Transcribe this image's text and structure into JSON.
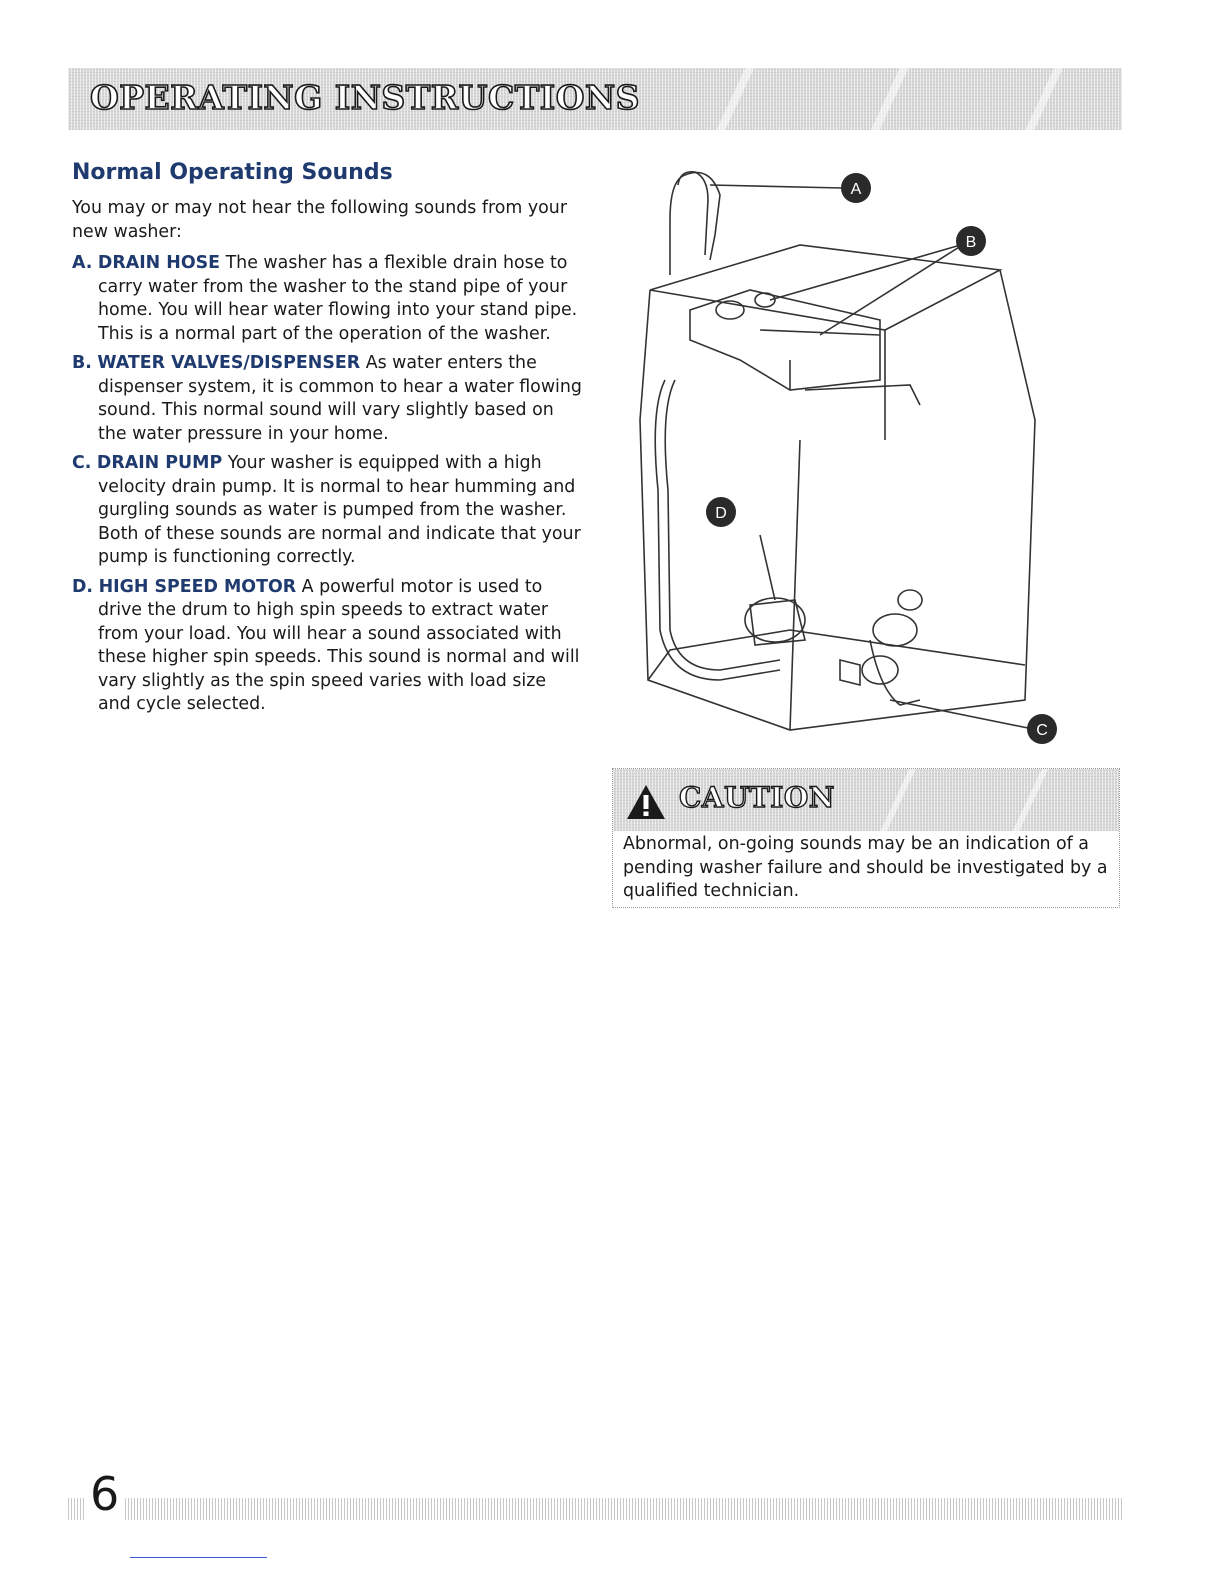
{
  "header": {
    "title": "OPERATING INSTRUCTIONS"
  },
  "section": {
    "heading": "Normal Operating Sounds",
    "intro": "You may or may not hear the following sounds from your new washer:",
    "items": [
      {
        "letter": "A.",
        "term": "DRAIN HOSE",
        "text": "The washer has a flexible drain hose to carry water from the washer to the stand pipe of your home. You will hear water flowing into your stand pipe. This is a normal part of the operation of the washer."
      },
      {
        "letter": "B.",
        "term": "WATER VALVES/DISPENSER",
        "text": "As water enters the dispenser system, it is common to hear a water flowing sound. This normal sound will vary slightly based on the water pressure in your home."
      },
      {
        "letter": "C.",
        "term": "DRAIN PUMP",
        "text": "Your washer is equipped with a high velocity drain pump. It is normal to hear humming and gurgling sounds as water is pumped from the washer. Both of these sounds are normal and indicate that your pump is functioning correctly."
      },
      {
        "letter": "D.",
        "term": "HIGH SPEED MOTOR",
        "text": "A powerful motor is used to drive the drum to high spin speeds to extract water from your load. You will hear a sound associated with these higher spin speeds. This sound is normal and will vary slightly as the spin speed varies with load size and cycle selected."
      }
    ]
  },
  "diagram": {
    "callouts": [
      "A",
      "B",
      "C",
      "D"
    ]
  },
  "caution": {
    "title": "CAUTION",
    "text": "Abnormal, on-going sounds may be an indication of a pending washer failure and should be investigated by a qualified technician."
  },
  "footer": {
    "page_number": "6"
  },
  "colors": {
    "heading_blue": "#1f3a6e",
    "callout_fill": "#2a2a2a"
  },
  "icons": {
    "caution": "warning-triangle-icon"
  }
}
